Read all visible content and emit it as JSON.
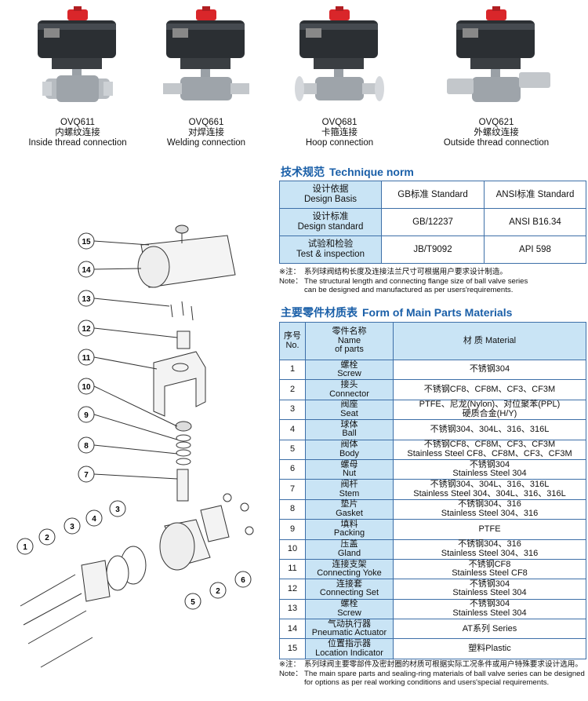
{
  "products": [
    {
      "code": "OVQ611",
      "cn": "内螺纹连接",
      "en": "Inside thread connection"
    },
    {
      "code": "OVQ661",
      "cn": "对焊连接",
      "en": "Welding connection"
    },
    {
      "code": "OVQ681",
      "cn": "卡箍连接",
      "en": "Hoop connection"
    },
    {
      "code": "OVQ621",
      "cn": "外螺纹连接",
      "en": "Outside thread connection"
    }
  ],
  "callouts": [
    "15",
    "14",
    "13",
    "12",
    "11",
    "10",
    "9",
    "8",
    "7",
    "3",
    "4",
    "3",
    "2",
    "1",
    "5",
    "2",
    "6"
  ],
  "technique": {
    "title_cn": "技术规范",
    "title_en": "Technique norm",
    "header": {
      "basis_cn": "设计依据",
      "basis_en": "Design Basis",
      "gb": "GB标准 Standard",
      "ansi": "ANSI标准 Standard"
    },
    "rows": [
      {
        "cn": "设计标准",
        "en": "Design standard",
        "gb": "GB/12237",
        "ansi": "ANSI B16.34"
      },
      {
        "cn": "试验和检验",
        "en": "Test & inspection",
        "gb": "JB/T9092",
        "ansi": "API 598"
      }
    ],
    "note_cn_label": "※注：",
    "note_cn": "系列球阀结构长度及连接法兰尺寸可根据用户要求设计制造。",
    "note_en_label": "Note：",
    "note_en_1": "The structural length and connecting flange size of ball valve series",
    "note_en_2": "can be designed and manufactured as per users'requirements."
  },
  "parts": {
    "title_cn": "主要零件材质表",
    "title_en": "Form of Main Parts Materials",
    "head": {
      "no_cn": "序号",
      "no_en": "No.",
      "name_cn": "零件名称",
      "name_en1": "Name",
      "name_en2": "of parts",
      "material": "材 质 Material"
    },
    "rows": [
      {
        "no": "1",
        "cn": "螺栓",
        "en": "Screw",
        "m1": "不锈钢304",
        "m2": ""
      },
      {
        "no": "2",
        "cn": "接头",
        "en": "Connector",
        "m1": "不锈钢CF8、CF8M、CF3、CF3M",
        "m2": ""
      },
      {
        "no": "3",
        "cn": "阀座",
        "en": "Seat",
        "m1": "PTFE、尼龙(Nylon)、对位聚苯(PPL)",
        "m2": "硬质合金(H/Y)"
      },
      {
        "no": "4",
        "cn": "球体",
        "en": "Ball",
        "m1": "不锈钢304、304L、316、316L",
        "m2": ""
      },
      {
        "no": "5",
        "cn": "阀体",
        "en": "Body",
        "m1": "不锈钢CF8、CF8M、CF3、CF3M",
        "m2": "Stainless Steel CF8、CF8M、CF3、CF3M"
      },
      {
        "no": "6",
        "cn": "螺母",
        "en": "Nut",
        "m1": "不锈钢304",
        "m2": "Stainless Steel 304"
      },
      {
        "no": "7",
        "cn": "阀杆",
        "en": "Stem",
        "m1": "不锈钢304、304L、316、316L",
        "m2": "Stainless Steel 304、304L、316、316L"
      },
      {
        "no": "8",
        "cn": "垫片",
        "en": "Gasket",
        "m1": "不锈钢304、316",
        "m2": "Stainless Steel 304、316"
      },
      {
        "no": "9",
        "cn": "填料",
        "en": "Packing",
        "m1": "PTFE",
        "m2": ""
      },
      {
        "no": "10",
        "cn": "压盖",
        "en": "Gland",
        "m1": "不锈钢304、316",
        "m2": "Stainless Steel 304、316"
      },
      {
        "no": "11",
        "cn": "连接支架",
        "en": "Connecting Yoke",
        "m1": "不锈钢CF8",
        "m2": "Stainless Steel CF8"
      },
      {
        "no": "12",
        "cn": "连接套",
        "en": "Connecting Set",
        "m1": "不锈钢304",
        "m2": "Stainless Steel 304"
      },
      {
        "no": "13",
        "cn": "螺栓",
        "en": "Screw",
        "m1": "不锈钢304",
        "m2": "Stainless Steel 304"
      },
      {
        "no": "14",
        "cn": "气动执行器",
        "en": "Pneumatic Actuator",
        "m1": "AT系列 Series",
        "m2": ""
      },
      {
        "no": "15",
        "cn": "位置指示器",
        "en": "Location Indicator",
        "m1": "塑料Plastic",
        "m2": ""
      }
    ],
    "note_cn_label": "※注：",
    "note_cn": "系列球阀主要零部件及密封圈的材质可根据实际工况条件或用户特殊要求设计选用。",
    "note_en_label": "Note：",
    "note_en_1": "The main spare parts and sealing-ring materials of ball valve series can be designed",
    "note_en_2": "for options as per real working conditions and users'special requirements."
  }
}
